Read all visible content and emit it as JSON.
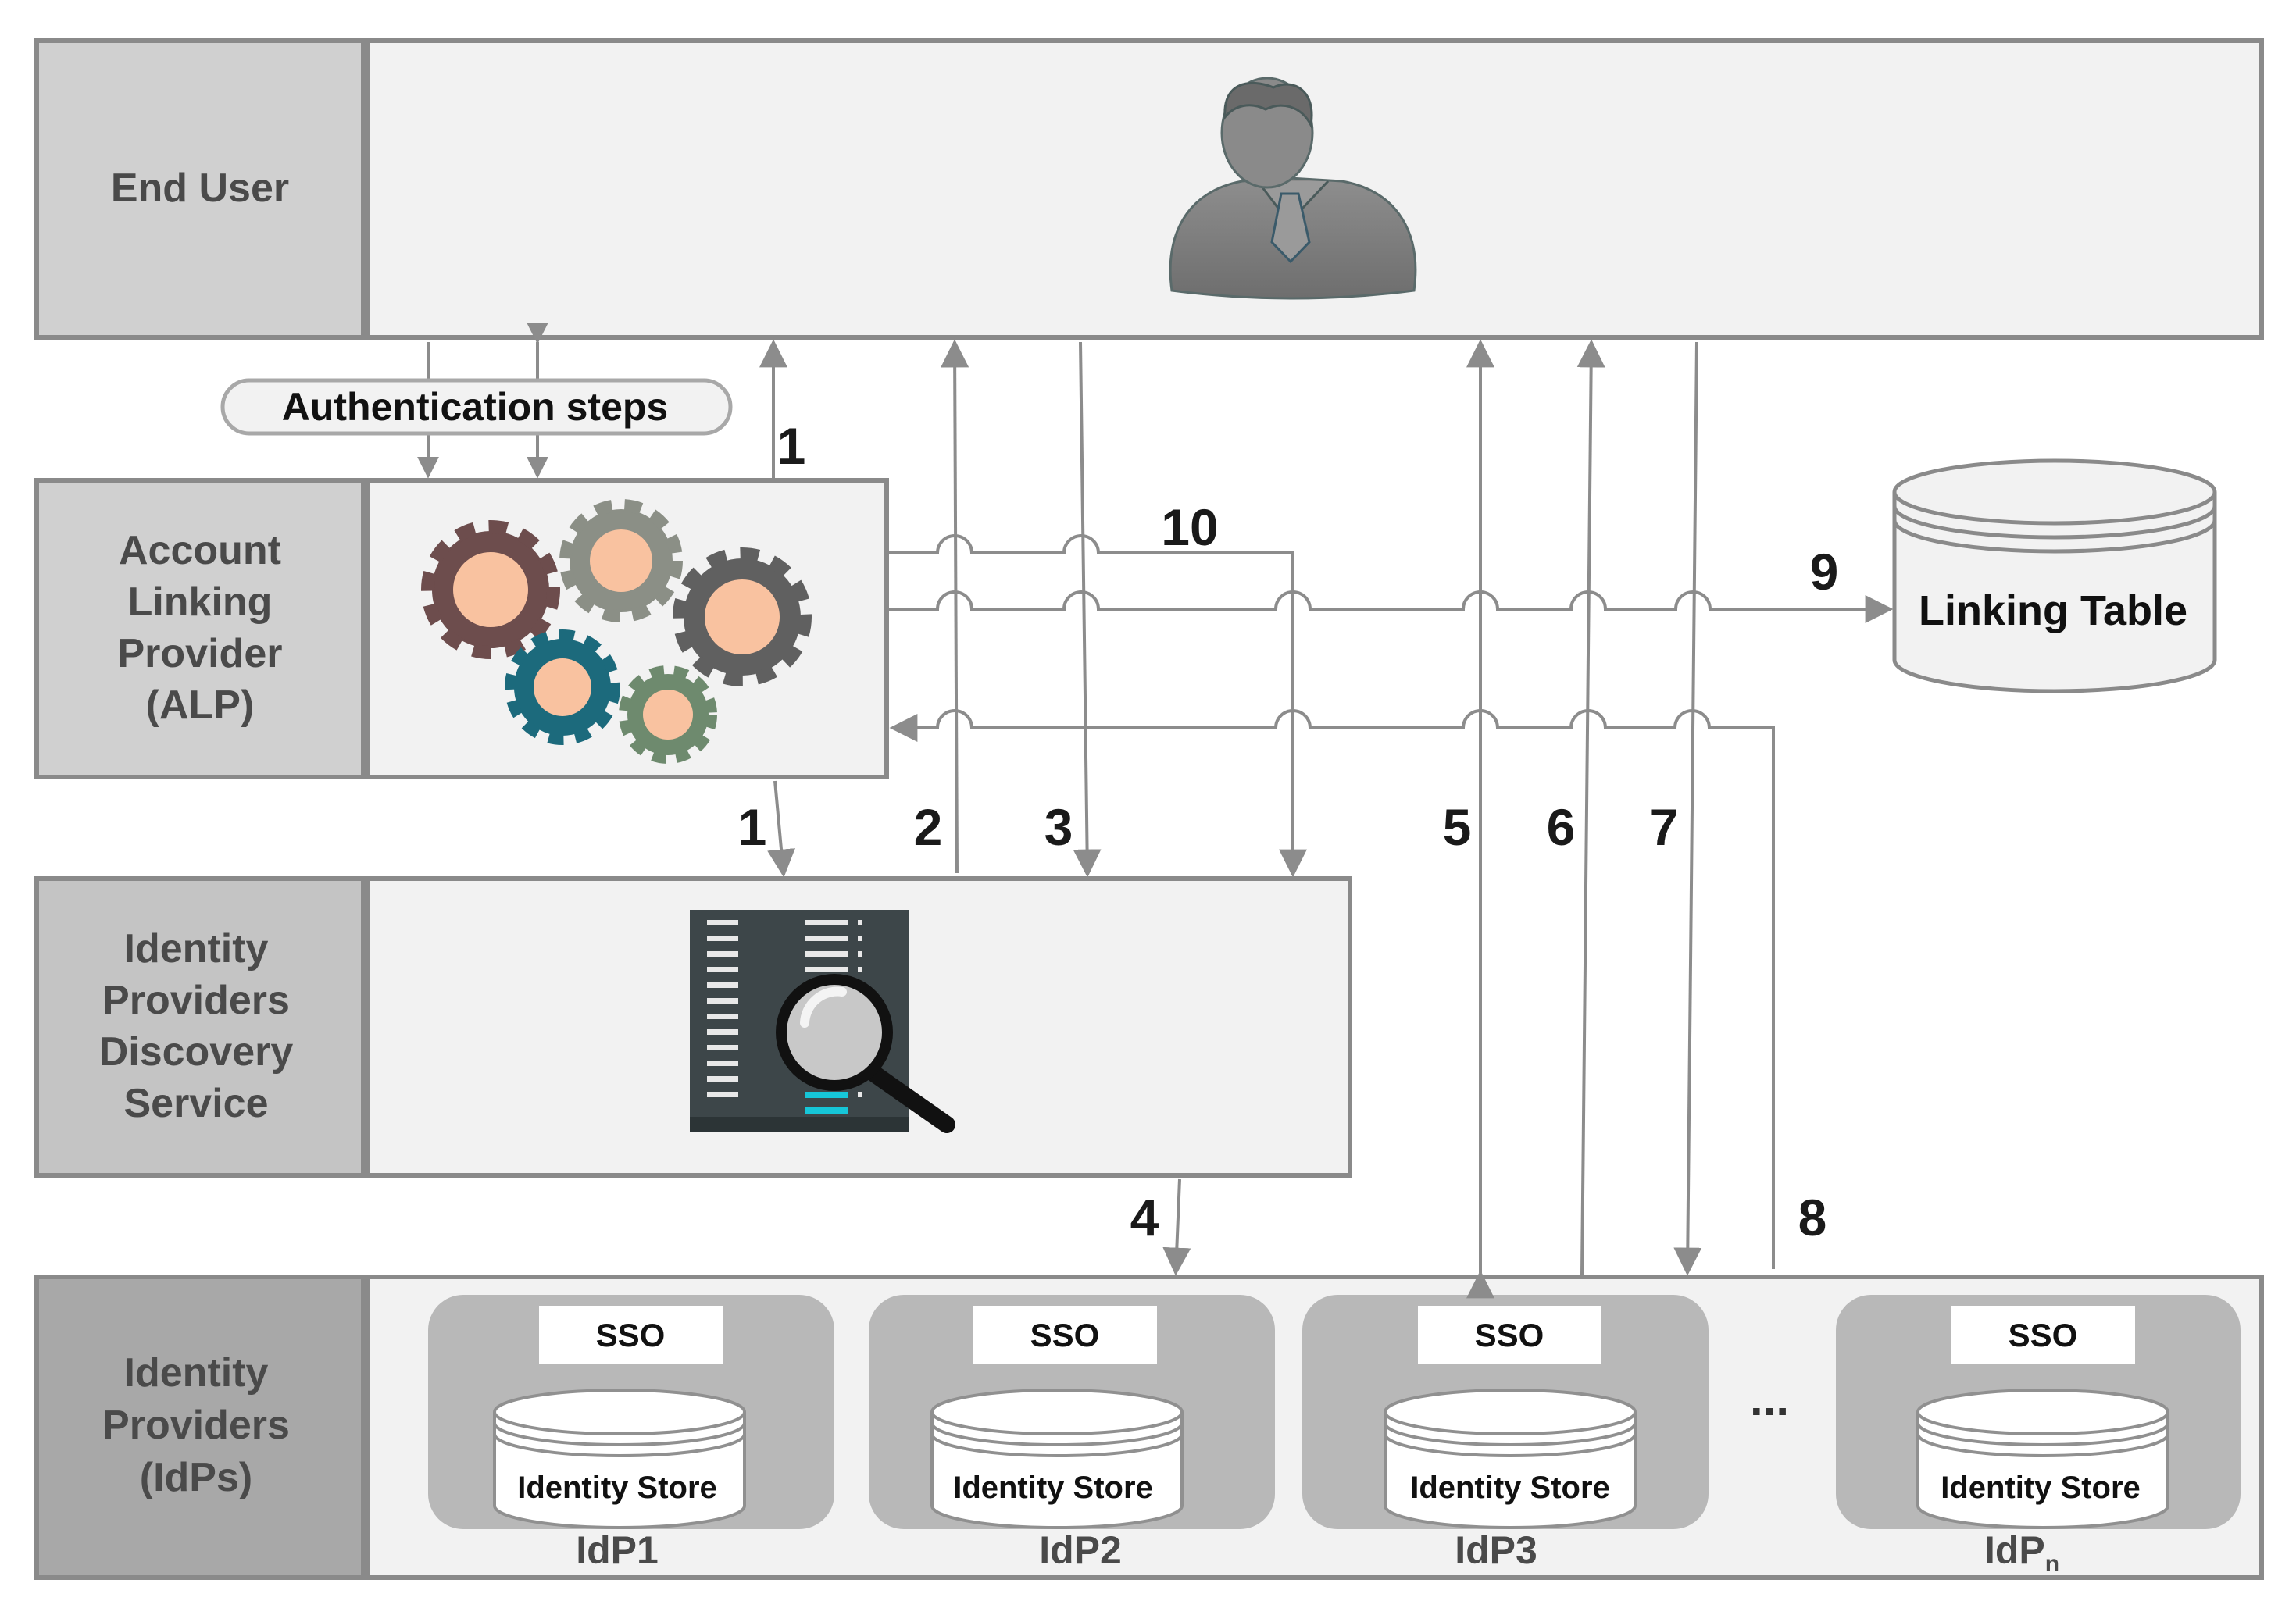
{
  "rows": {
    "end_user": [
      "End User"
    ],
    "alp": [
      "Account",
      "Linking",
      "Provider",
      "(ALP)"
    ],
    "discovery": [
      "Identity",
      "Providers",
      "Discovery",
      "Service"
    ],
    "idps": [
      "Identity",
      "Providers",
      "(IdPs)"
    ]
  },
  "auth_pill": "Authentication steps",
  "linking_table": "Linking Table",
  "steps": {
    "s1_top": "1",
    "s1_bottom": "1",
    "s2": "2",
    "s3": "3",
    "s4": "4",
    "s5": "5",
    "s6": "6",
    "s7": "7",
    "s8": "8",
    "s9": "9",
    "s10": "10"
  },
  "idps": [
    {
      "sso": "SSO",
      "store": "Identity Store",
      "name": "IdP1",
      "sub": ""
    },
    {
      "sso": "SSO",
      "store": "Identity Store",
      "name": "IdP2",
      "sub": ""
    },
    {
      "sso": "SSO",
      "store": "Identity Store",
      "name": "IdP3",
      "sub": ""
    },
    {
      "sso": "SSO",
      "store": "Identity Store",
      "name": "IdP",
      "sub": "n"
    }
  ],
  "ellipsis": "...",
  "colors": {
    "row_label_bg": "#d0d0d0",
    "row_label_bg_dark": "#a8a8a8",
    "content_bg": "#f2f2f2",
    "border": "#8a8a8a",
    "arrow": "#8c8c8c",
    "idp_card": "#b8b8b8"
  },
  "icons": {
    "end_user": "user-icon",
    "alp": "gears-icon",
    "discovery": "server-search-icon",
    "linking_table": "database-icon"
  }
}
